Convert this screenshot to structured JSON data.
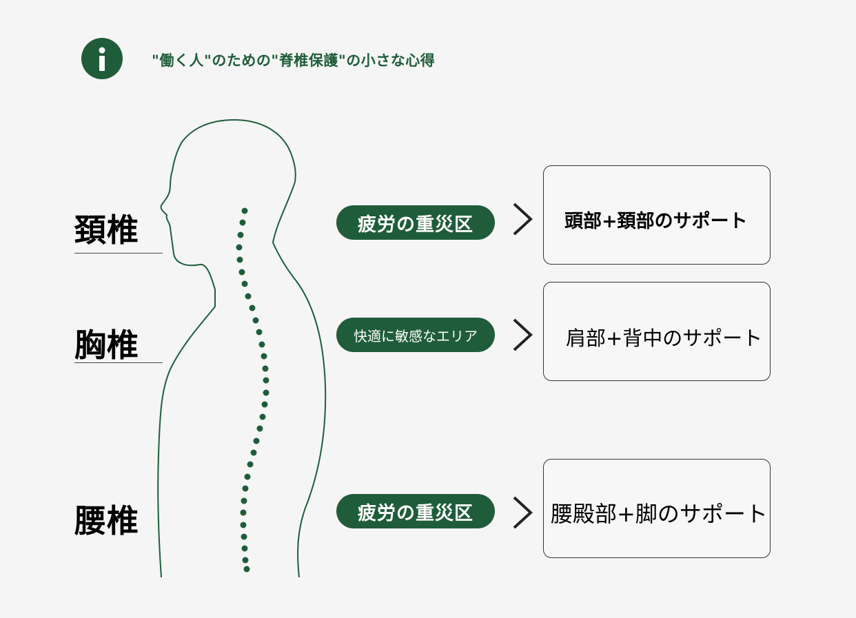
{
  "header": {
    "icon": "info-icon",
    "title": "\"働く人\"のための\"脊椎保護\"の小さな心得"
  },
  "colors": {
    "accent": "#1f5c3a",
    "background": "#f5f5f5"
  },
  "regions": [
    {
      "name": "頚椎",
      "tag": "疲労の重災区",
      "support": "頭部+頚部のサポート"
    },
    {
      "name": "胸椎",
      "tag": "快適に敏感なエリア",
      "support": "肩部+背中のサポート"
    },
    {
      "name": "腰椎",
      "tag": "疲労の重災区",
      "support": "腰殿部+脚のサポート"
    }
  ]
}
